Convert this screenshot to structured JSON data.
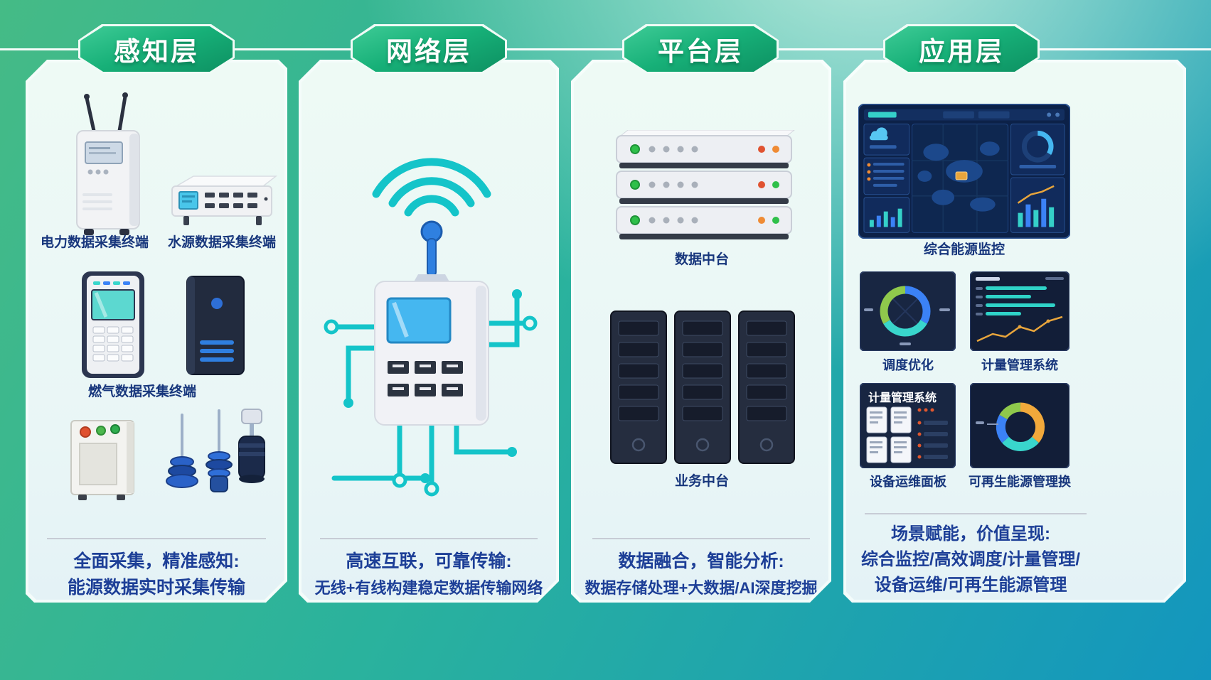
{
  "poster": {
    "type": "iot-energy-architecture-infographic",
    "colors": {
      "background_top": "#45bb86",
      "background_bottom": "#1396be",
      "panel_bg": "#ebf8f4",
      "badge_green": "#12a46e",
      "accent_teal": "#16c2c9",
      "label_blue": "#17367c",
      "summary_blue": "#1d3f97",
      "dark_panel_navy": "#15223f",
      "chart_orange": "#f2a93b",
      "chart_blue": "#3b82f6",
      "chart_green": "#8fc94c",
      "chart_cyan": "#39d6cc"
    }
  },
  "layers": [
    {
      "id": "perception",
      "title": "感知层",
      "device_labels": [
        "电力数据采集终端",
        "水源数据采集终端",
        "燃气数据采集终端"
      ],
      "summary": [
        "全面采集，精准感知:",
        "能源数据实时采集传输"
      ]
    },
    {
      "id": "network",
      "title": "网络层",
      "device_labels": [],
      "summary": [
        "高速互联，可靠传输:",
        "无线+有线构建稳定数据传输网络"
      ]
    },
    {
      "id": "platform",
      "title": "平台层",
      "device_labels": [
        "数据中台",
        "业务中台"
      ],
      "summary": [
        "数据融合，智能分析:",
        "数据存储处理+大数据/AI深度挖掘"
      ]
    },
    {
      "id": "application",
      "title": "应用层",
      "device_labels": [
        "综合能源监控",
        "调度优化",
        "计量管理系统",
        "设备运维面板",
        "可再生能源管理换"
      ],
      "panel_title": "计量管理系统",
      "summary": [
        "场景赋能，价值呈现:",
        "综合监控/高效调度/计量管理/",
        "设备运维/可再生能源管理"
      ]
    }
  ]
}
